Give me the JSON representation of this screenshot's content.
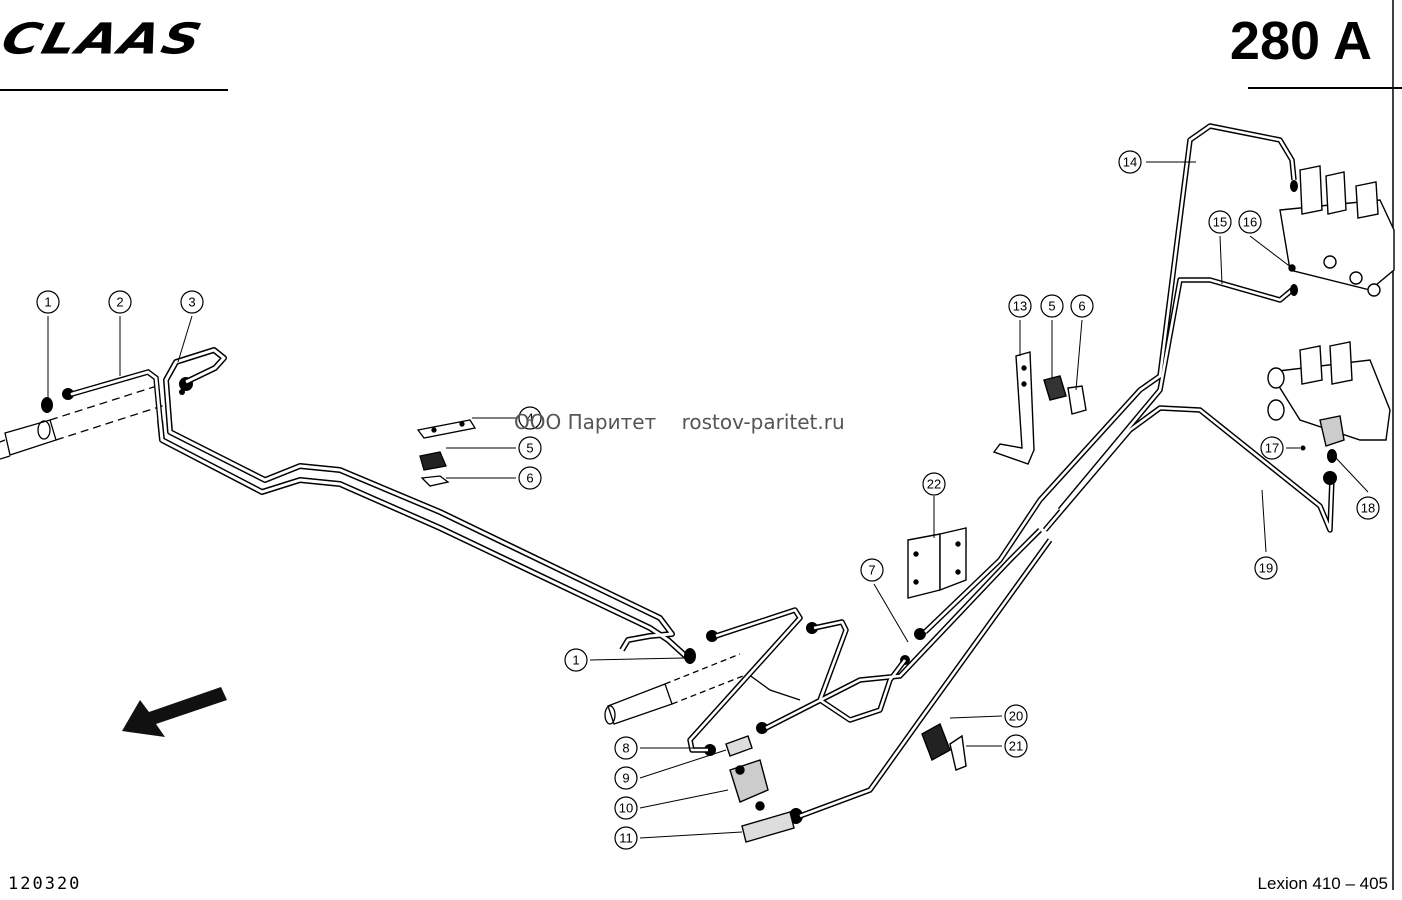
{
  "header": {
    "brand": "CLAAS",
    "page_number": "280 A"
  },
  "footer": {
    "drawing_number": "120320",
    "model": "Lexion 410 – 405"
  },
  "watermark": "ООО Паритет    rostov-paritet.ru",
  "callouts": [
    "1",
    "2",
    "3",
    "4",
    "5",
    "6",
    "1",
    "8",
    "9",
    "10",
    "11",
    "7",
    "22",
    "13",
    "5",
    "6",
    "14",
    "15",
    "16",
    "17",
    "18",
    "19",
    "20",
    "21"
  ]
}
